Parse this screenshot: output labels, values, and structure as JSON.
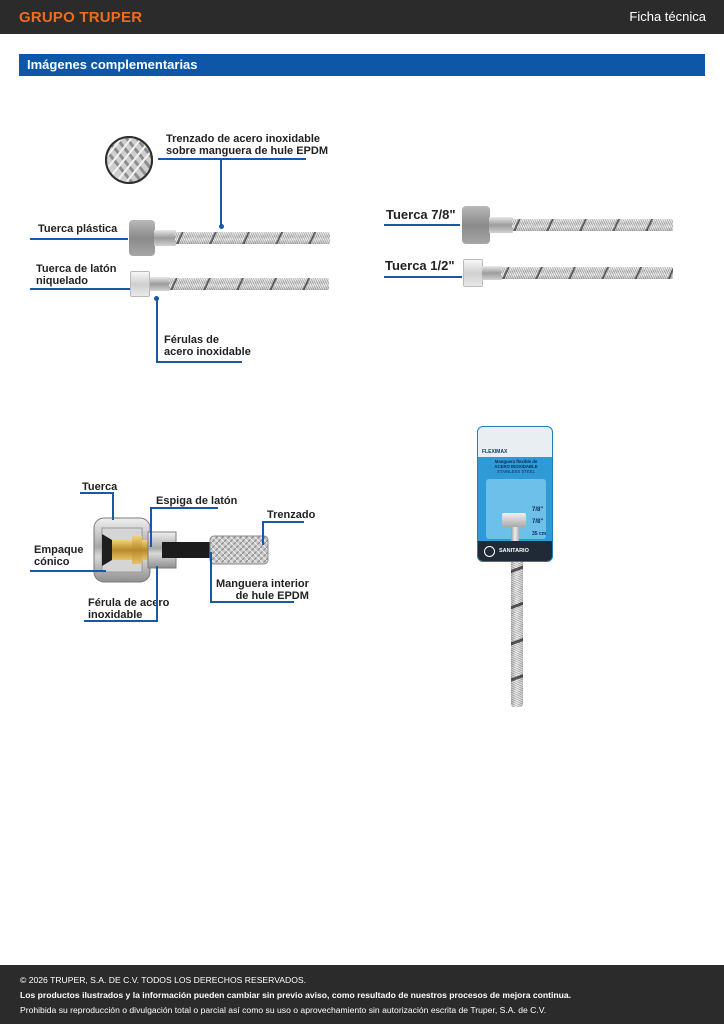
{
  "header": {
    "brand": "GRUPO TRUPER",
    "doc_type": "Ficha técnica"
  },
  "section": {
    "title": "Imágenes complementarias"
  },
  "diagram1": {
    "braid": [
      "Trenzado de acero inoxidable",
      "sobre manguera de hule EPDM"
    ],
    "plastic_nut": "Tuerca plástica",
    "brass_nut": [
      "Tuerca de latón",
      "niquelado"
    ],
    "ferrules": [
      "Férulas de",
      "acero inoxidable"
    ]
  },
  "diagram2": {
    "nut_78": "Tuerca 7/8\"",
    "nut_12": "Tuerca 1/2\""
  },
  "diagram3": {
    "tuerca": "Tuerca",
    "espiga": "Espiga de latón",
    "trenzado": "Trenzado",
    "empaque": [
      "Empaque",
      "cónico"
    ],
    "manguera": [
      "Manguera interior",
      "de hule EPDM"
    ],
    "ferula": [
      "Férula de acero",
      "inoxidable"
    ]
  },
  "package": {
    "brand": "FLEXIMAX",
    "title": [
      "Manguera flexible de",
      "ACERO INOXIDABLE"
    ],
    "subtitle": "STAINLESS STEEL",
    "use": "SANITARIO",
    "size_top": "7/8\"",
    "size_bottom": "7/8\"",
    "length": "35 cm"
  },
  "footer": {
    "copyright": "© 2026 TRUPER, S.A. DE C.V. TODOS LOS DERECHOS RESERVADOS.",
    "disclaimer": "Los productos ilustrados y la información pueden cambiar sin previo aviso, como resultado de nuestros procesos de mejora continua.",
    "prohibition": "Prohibida su reproducción o divulgación total o parcial así como su uso o aprovechamiento sin autorización escrita de Truper, S.A. de C.V."
  },
  "colors": {
    "brand_orange": "#f26b1d",
    "bar_dark": "#2b2b2b",
    "section_blue": "#0d56a8",
    "callout_blue": "#1659a7"
  }
}
